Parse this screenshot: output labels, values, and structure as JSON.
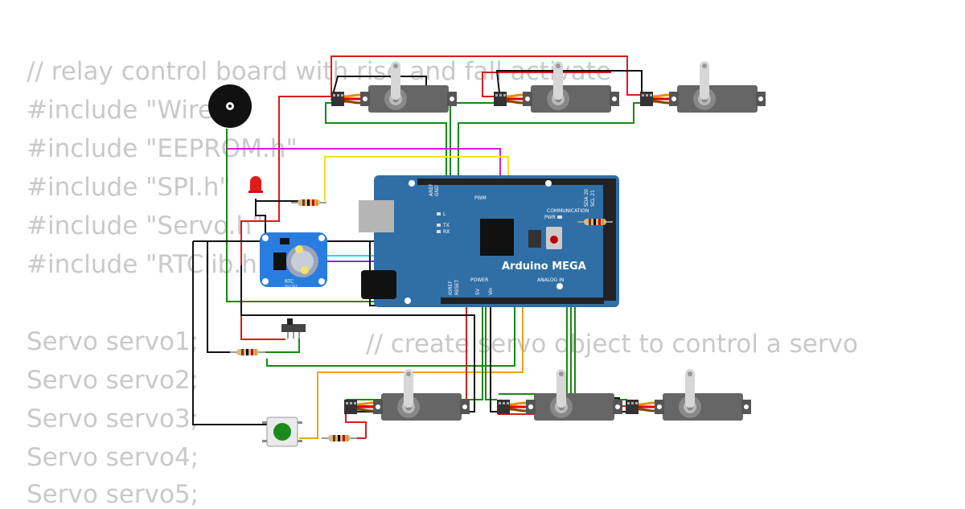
{
  "code": {
    "lines": [
      "// relay control board with rise and fall activate",
      "#include \"Wire.h\"",
      "#include \"EEPROM.h\"",
      "#include \"SPI.h\"",
      "#include \"Servo.h\"",
      "#include \"RTClib.h\"",
      "",
      "Servo servo1;",
      "Servo servo2;",
      "Servo servo3;",
      "Servo servo4;",
      "Servo servo5;"
    ],
    "servo1_comment": "// create servo object to control a servo"
  },
  "board": {
    "name": "Arduino MEGA",
    "labels": {
      "pwm": "PWM",
      "communication": "COMMUNICATION",
      "power": "POWER",
      "analog_in": "ANALOG IN",
      "pwr": "PWR",
      "led_l": "L",
      "tx": "TX",
      "rx": "RX",
      "aref": "AREF",
      "gnd": "GND",
      "ioref": "IOREF",
      "reset": "RESET",
      "v5": "5V",
      "vin": "Vin",
      "sda": "SDA 20",
      "scl": "SCL 21"
    }
  },
  "rtc": {
    "label": "RTC",
    "chip": "DS1307"
  },
  "colors": {
    "board": "#2f6fa6",
    "wire_red": "#d91c1c",
    "wire_black": "#111111",
    "wire_green": "#138a13",
    "wire_yellow": "#f3e21a",
    "wire_magenta": "#d61fd6",
    "wire_purple": "#8a2be2",
    "wire_cyan": "#26d9e8",
    "wire_orange": "#f0a020",
    "code_text": "#c9c9c9"
  },
  "icons": [
    "servo-icon",
    "buzzer-icon",
    "led-icon",
    "resistor-icon",
    "slide-switch-icon",
    "pushbutton-icon"
  ]
}
